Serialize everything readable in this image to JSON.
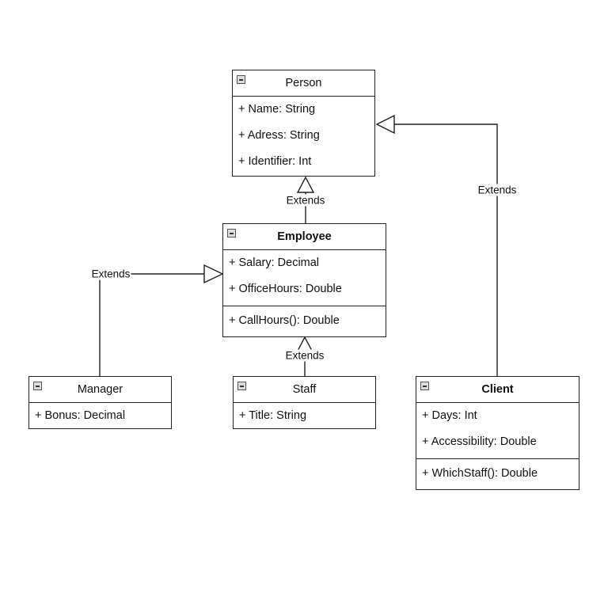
{
  "classes": {
    "person": {
      "name": "Person",
      "attributes": [
        "+ Name: String",
        "+ Adress: String",
        "+ Identifier: Int"
      ]
    },
    "employee": {
      "name": "Employee",
      "attributes": [
        "+ Salary: Decimal",
        "+ OfficeHours: Double"
      ],
      "methods": [
        "+ CallHours(): Double"
      ]
    },
    "manager": {
      "name": "Manager",
      "attributes": [
        "+ Bonus: Decimal"
      ]
    },
    "staff": {
      "name": "Staff",
      "attributes": [
        "+ Title: String"
      ]
    },
    "client": {
      "name": "Client",
      "attributes": [
        "+ Days: Int",
        "+ Accessibility: Double"
      ],
      "methods": [
        "+ WhichStaff(): Double"
      ]
    }
  },
  "relations": {
    "employee_person": "Extends",
    "client_person": "Extends",
    "manager_employee": "Extends",
    "staff_employee": "Extends"
  },
  "colors": {
    "line": "#222222",
    "background": "#ffffff"
  }
}
